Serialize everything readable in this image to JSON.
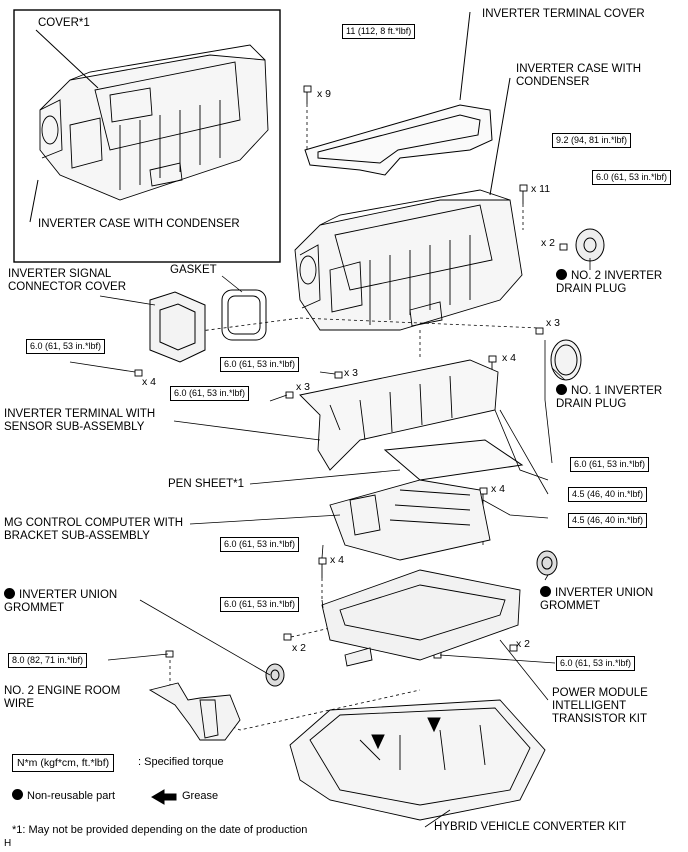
{
  "labels": {
    "cover1": "COVER*1",
    "inset_case": "INVERTER CASE WITH CONDENSER",
    "terminal_cover": "INVERTER TERMINAL COVER",
    "case_condenser": "INVERTER CASE WITH\nCONDENSER",
    "signal_cover": "INVERTER SIGNAL\nCONNECTOR COVER",
    "gasket": "GASKET",
    "drain_plug_2": "NO. 2 INVERTER\nDRAIN PLUG",
    "drain_plug_1": "NO. 1 INVERTER\nDRAIN PLUG",
    "terminal_sensor": "INVERTER TERMINAL WITH\nSENSOR SUB-ASSEMBLY",
    "pen_sheet": "PEN SHEET*1",
    "mg_control": "MG CONTROL COMPUTER WITH\nBRACKET SUB-ASSEMBLY",
    "union_grommet_left": "INVERTER UNION\nGROMMET",
    "union_grommet_right": "INVERTER UNION\nGROMMET",
    "engine_room_wire": "NO. 2 ENGINE ROOM\nWIRE",
    "power_module": "POWER MODULE\nINTELLIGENT\nTRANSISTOR KIT",
    "converter_kit": "HYBRID VEHICLE CONVERTER KIT"
  },
  "torques": {
    "t11": "11 (112, 8 ft.*lbf)",
    "t92": "9.2 (94, 81 in.*lbf)",
    "t60_drain2": "6.0 (61, 53 in.*lbf)",
    "t60_signal": "6.0 (61, 53 in.*lbf)",
    "t60_a": "6.0 (61, 53 in.*lbf)",
    "t60_b": "6.0 (61, 53 in.*lbf)",
    "t60_drain1": "6.0 (61, 53 in.*lbf)",
    "t45_a": "4.5 (46, 40 in.*lbf)",
    "t45_b": "4.5 (46, 40 in.*lbf)",
    "t60_mg": "6.0 (61, 53 in.*lbf)",
    "t60_pm": "6.0 (61, 53 in.*lbf)",
    "t80": "8.0 (82, 71 in.*lbf)",
    "t60_bottom": "6.0 (61, 53 in.*lbf)"
  },
  "quantities": {
    "q9": "x 9",
    "q11": "x 11",
    "q2_drain": "x 2",
    "q3_drain": "x 3",
    "q4_signal": "x 4",
    "q3_a": "x 3",
    "q3_b": "x 3",
    "q4_a": "x 4",
    "q4_b": "x 4",
    "q4_mg": "x 4",
    "q2_pm": "x 2",
    "q2_right": "x 2"
  },
  "legend": {
    "torque_unit": "N*m (kgf*cm, ft.*lbf)",
    "torque_desc": ": Specified torque",
    "nonreusable": "Non-reusable part",
    "grease": "Grease",
    "footnote": "*1: May not be provided depending on the date of production",
    "corner": "H"
  }
}
